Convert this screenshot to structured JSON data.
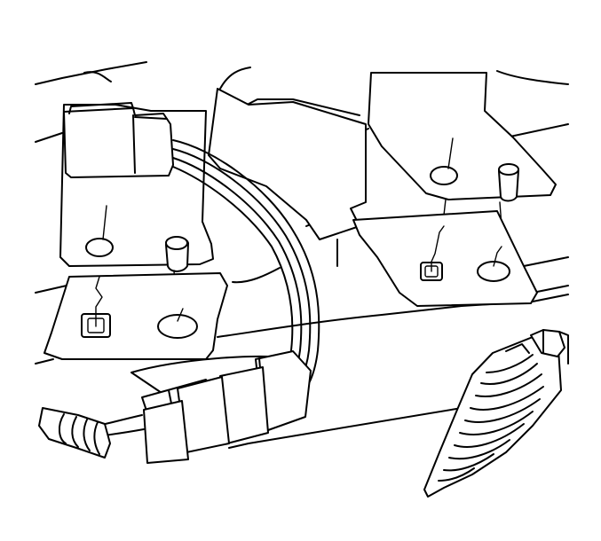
{
  "figure": {
    "kind": "line-art technical illustration",
    "colors": {
      "line": "#000000",
      "background": "#ffffff"
    },
    "parts": [
      "left-mounting-bracket",
      "right-mounting-bracket",
      "electrical-connector",
      "wiring-harness",
      "sensor-boot",
      "corrugated-conduit"
    ]
  }
}
